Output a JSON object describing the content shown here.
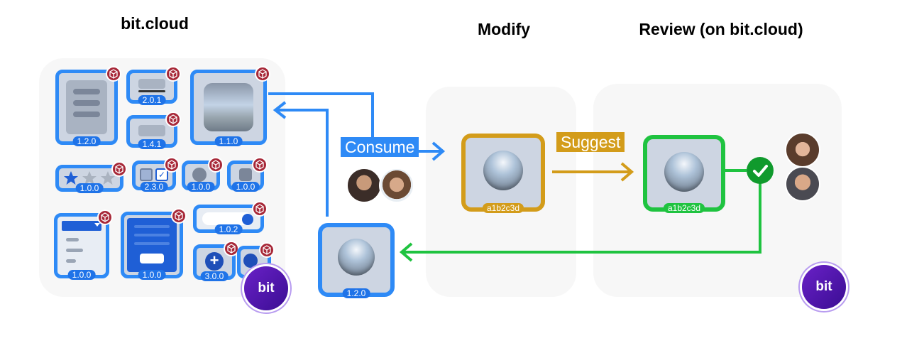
{
  "headings": {
    "left": "bit.cloud",
    "middle": "Modify",
    "right": "Review (on bit.cloud)"
  },
  "library_components": [
    {
      "version": "1.2.0"
    },
    {
      "version": "2.0.1"
    },
    {
      "version": "1.4.1"
    },
    {
      "version": "1.1.0"
    },
    {
      "version": "1.0.0"
    },
    {
      "version": "2.3.0"
    },
    {
      "version": "1.0.0"
    },
    {
      "version": "1.0.0"
    },
    {
      "version": "1.0.0"
    },
    {
      "version": "1.0.0"
    },
    {
      "version": "1.0.2"
    },
    {
      "version": "3.0.0"
    }
  ],
  "flow": {
    "consume_label": "Consume",
    "suggest_label": "Suggest",
    "consumed_version": "1.2.0",
    "modify_hash": "a1b2c3d",
    "review_hash": "a1b2c3d"
  },
  "logos": {
    "left": "bit",
    "right": "bit"
  },
  "colors": {
    "blue": "#2e8af6",
    "gold": "#d39c1a",
    "green": "#1fc340",
    "badge_red": "#a72838",
    "bit_purple": "#4b15a8"
  }
}
